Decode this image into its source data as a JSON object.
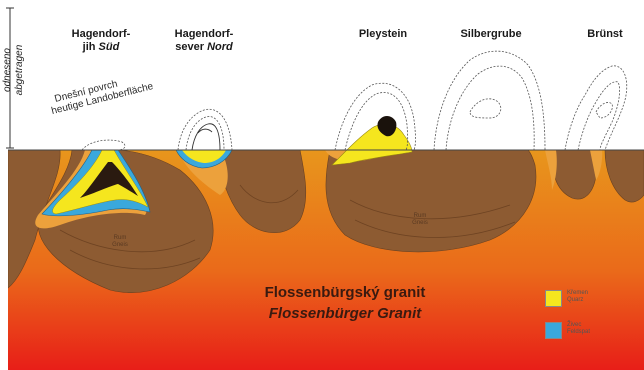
{
  "localities": {
    "hagendorf_sud": {
      "line1": "Hagendorf-",
      "line2_plain": "jih ",
      "line2_italic": "Süd"
    },
    "hagendorf_nord": {
      "line1": "Hagendorf-",
      "line2_plain": "sever ",
      "line2_italic": "Nord"
    },
    "pleystein": "Pleystein",
    "silbergrube": "Silbergrube",
    "brunst": "Brünst"
  },
  "removed_label": {
    "cz": "odneseno",
    "de": "abgetragen"
  },
  "surface_label": {
    "cz": "Dnešní povrch",
    "de": "heutige Landoberfläche"
  },
  "granite_label": {
    "cz": "Flossenbürgský granit",
    "de": "Flossenbürger Granit"
  },
  "rock_labels": {
    "left": {
      "line1": "Rum",
      "line2": "Gneis"
    },
    "right": {
      "line1": "Rum",
      "line2": "Gneis"
    }
  },
  "legend": [
    {
      "line1": "Křemen",
      "line2": "Quarz",
      "color": "#f5e61e"
    },
    {
      "line1": "Živec",
      "line2": "Feldspat",
      "color": "#3aa8dc"
    }
  ],
  "colors": {
    "sky": "#ffffff",
    "gneiss": "#8c5a30",
    "granite_top": "#e58a1c",
    "granite_bottom": "#e81d18",
    "quartz": "#f5e61e",
    "feldspar": "#3aa8dc"
  }
}
